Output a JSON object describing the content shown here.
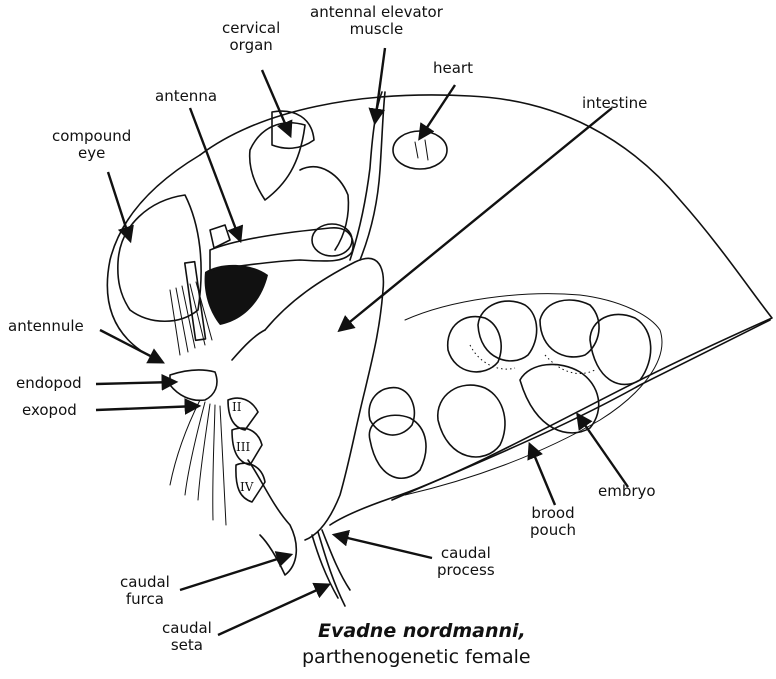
{
  "labels": {
    "cervical_organ": "cervical\norgan",
    "antennal_elevator_muscle": "antennal elevator\nmuscle",
    "heart": "heart",
    "antenna": "antenna",
    "compound_eye": "compound\neye",
    "intestine": "intestine",
    "antennule": "antennule",
    "endopod": "endopod",
    "exopod": "exopod",
    "embryo": "embryo",
    "brood_pouch": "brood\npouch",
    "caudal_process": "caudal\nprocess",
    "caudal_furca": "caudal\nfurca",
    "caudal_seta": "caudal\nseta"
  },
  "segments": [
    "II",
    "III",
    "IV"
  ],
  "caption": {
    "species": "Evadne nordmanni,",
    "description": "parthenogenetic female"
  }
}
